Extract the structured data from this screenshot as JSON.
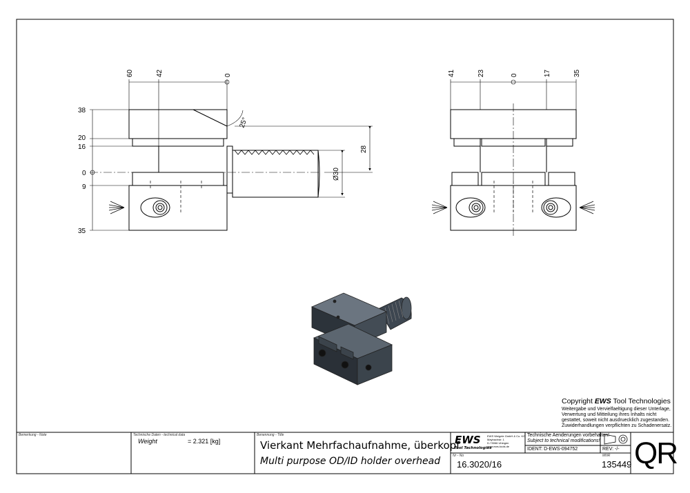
{
  "views": {
    "front": {
      "top_dims": [
        "60",
        "42",
        "0"
      ],
      "left_dims": [
        "38",
        "20",
        "16",
        "0",
        "9",
        "35"
      ],
      "angle": "25°",
      "right_dims": [
        "28",
        "Ø30"
      ]
    },
    "side": {
      "top_dims": [
        "41",
        "23",
        "0",
        "17",
        "35"
      ]
    }
  },
  "copyright": {
    "prefix": "Copyright",
    "brand": "EWS",
    "suffix": "Tool Technologies",
    "lines": [
      "Weitergabe und Vervielfaeltigung dieser Unterlage,",
      "Verwertung und Mitteilung ihres Inhalts nicht",
      "gestattet, soweit nicht ausdruecklich zugestanden.",
      "Zuwiderhandlungen verpflichten zu Schadenersatz."
    ]
  },
  "title_block": {
    "remark_label": "Bemerkung - Note",
    "techdata_label": "Technische Daten - technical data",
    "weight_label": "Weight",
    "weight_value": "=  2.321 [kg]",
    "title_label": "Benennung - Title",
    "title_de": "Vierkant Mehrfachaufnahme, überkopf",
    "title_en": "Multi purpose OD/ID holder overhead",
    "logo_text": "EWS",
    "logo_sub": "Tool Technologies",
    "company_lines": [
      "EWS Weigele GmbH & Co. KG",
      "Maybachstr. 1",
      "D-73066 Uhingen",
      "www.ews-tools.de"
    ],
    "nr_label": "Nr - No",
    "drawing_no": "16.3020/16",
    "tech_change_de": "Technische Aenderungen vorbehalten!",
    "tech_change_en": "Subject to technical modifications!",
    "ident": "IDENT: D-EWS-094752",
    "rev": "REV: -/-",
    "mnr_label": "MNR",
    "mnr": "135449",
    "qr": "QR"
  }
}
